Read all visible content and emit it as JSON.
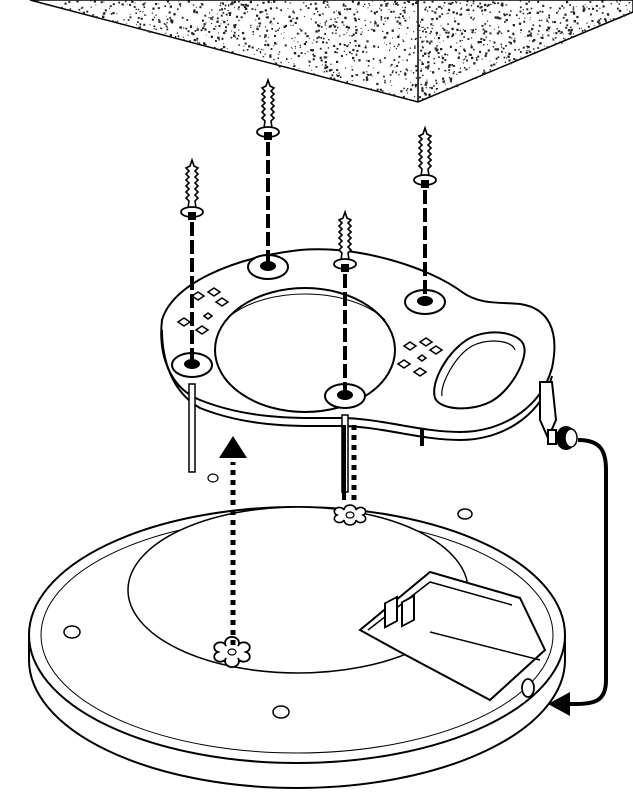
{
  "illustration": {
    "parts": [
      {
        "part": "ceiling",
        "texture": "speckled-concrete"
      },
      {
        "part": "mounting-bracket",
        "screw_holes": 4,
        "keyhole_clusters": 2
      },
      {
        "part": "wall-anchor-screw",
        "count": 4
      },
      {
        "part": "access-point-base",
        "keyhole_slots": 2
      },
      {
        "part": "thumb-screw"
      }
    ],
    "arrows": [
      {
        "meaning": "align-bracket-keyhole-with-base",
        "style": "dotted",
        "direction": "up"
      },
      {
        "meaning": "align-second-keyhole",
        "style": "dotted",
        "direction": "up"
      },
      {
        "meaning": "thumb-screw-to-base-port",
        "style": "solid-curved",
        "direction": "left"
      }
    ],
    "colors": {
      "line": "#000000",
      "fill": "#ffffff",
      "speckle": "#222222"
    }
  }
}
